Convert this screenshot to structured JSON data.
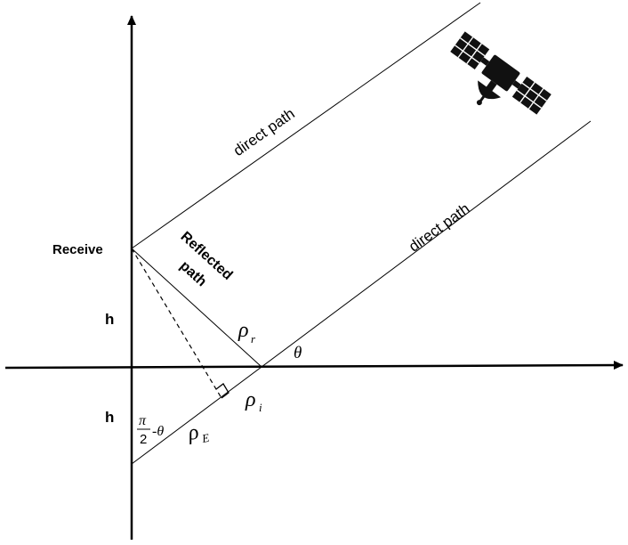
{
  "labels": {
    "receiver": "Receive",
    "direct_path_upper": "direct path",
    "direct_path_lower": "direct path",
    "reflected_line1": "Reflected",
    "reflected_line2": "path",
    "h_upper": "h",
    "h_lower": "h",
    "theta": "θ",
    "rho": "ρ",
    "rho_r_sub": "r",
    "rho_i_sub": "i",
    "rho_e_sub": "E",
    "frac_num": "π",
    "frac_den": "2",
    "frac_rest": "-θ"
  },
  "icons": {
    "satellite": "satellite-icon"
  }
}
